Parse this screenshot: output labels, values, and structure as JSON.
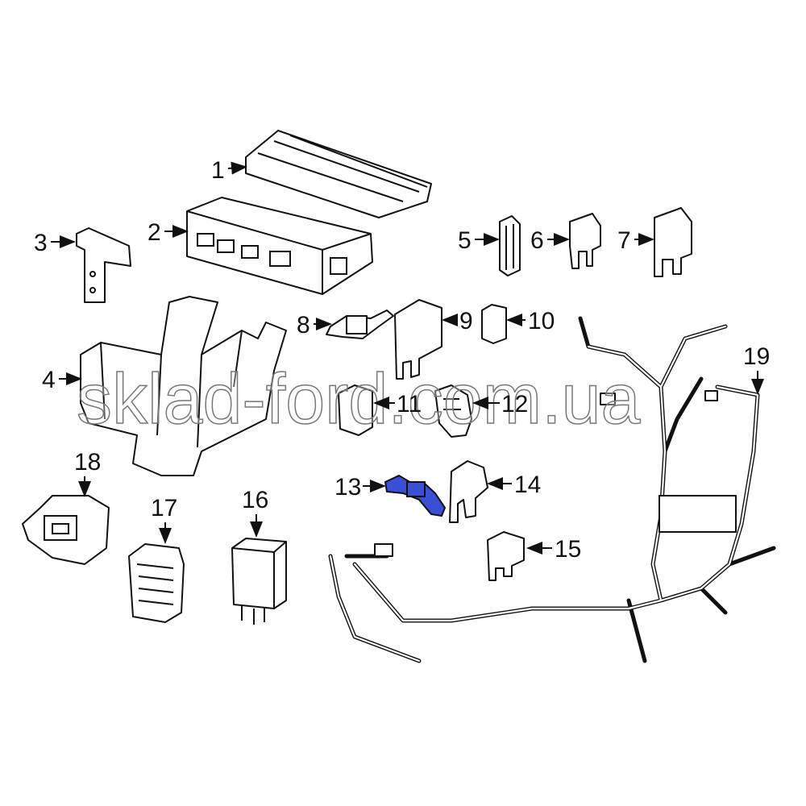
{
  "diagram": {
    "callouts": [
      "1",
      "2",
      "3",
      "4",
      "5",
      "6",
      "7",
      "8",
      "9",
      "10",
      "11",
      "12",
      "13",
      "14",
      "15",
      "16",
      "17",
      "18",
      "19"
    ],
    "highlighted_part": "13",
    "highlight_color": "#3b4fd6",
    "watermark": "sklad-ford.com.ua"
  }
}
